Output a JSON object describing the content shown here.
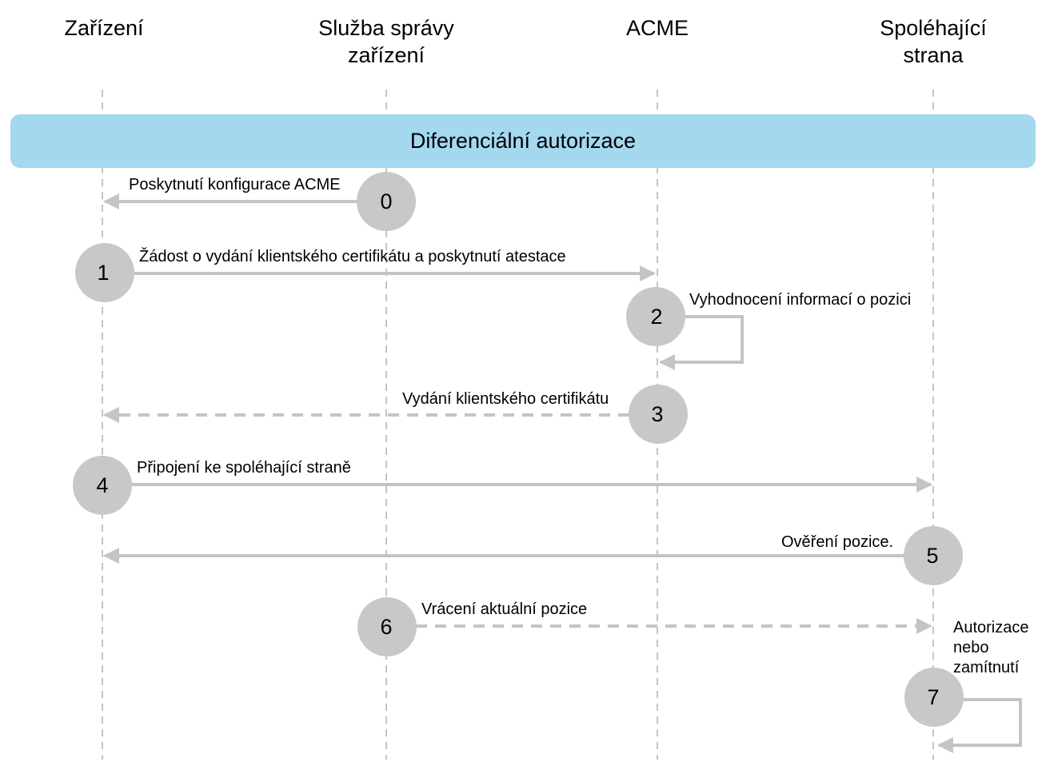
{
  "participants": [
    {
      "id": "device",
      "label": "Zařízení"
    },
    {
      "id": "mdm",
      "label": "Služba správy\nzařízení"
    },
    {
      "id": "acme",
      "label": "ACME"
    },
    {
      "id": "rp",
      "label": "Spoléhající\nstrana"
    }
  ],
  "banner": {
    "label": "Diferenciální autorizace",
    "color": "#a3d8ef"
  },
  "steps": [
    {
      "number": "0",
      "label": "Poskytnutí konfigurace ACME",
      "from": "mdm",
      "to": "device",
      "style": "solid"
    },
    {
      "number": "1",
      "label": "Žádost o vydání klientského certifikátu a poskytnutí atestace",
      "from": "device",
      "to": "acme",
      "style": "solid"
    },
    {
      "number": "2",
      "label": "Vyhodnocení informací o pozici",
      "from": "acme",
      "to": "acme",
      "style": "self"
    },
    {
      "number": "3",
      "label": "Vydání klientského certifikátu",
      "from": "acme",
      "to": "device",
      "style": "dashed"
    },
    {
      "number": "4",
      "label": "Připojení ke spoléhající straně",
      "from": "device",
      "to": "rp",
      "style": "solid"
    },
    {
      "number": "5",
      "label": "Ověření pozice.",
      "from": "rp",
      "to": "device",
      "style": "solid"
    },
    {
      "number": "6",
      "label": "Vrácení aktuální pozice",
      "from": "mdm",
      "to": "rp",
      "style": "dashed"
    },
    {
      "number": "7",
      "label": "Autorizace\nnebo\nzamítnutí",
      "from": "rp",
      "to": "rp",
      "style": "self"
    }
  ],
  "colors": {
    "arrow": "#c4c4c4",
    "circle": "#c8c8c8",
    "lifeline": "#b0b0b0"
  }
}
